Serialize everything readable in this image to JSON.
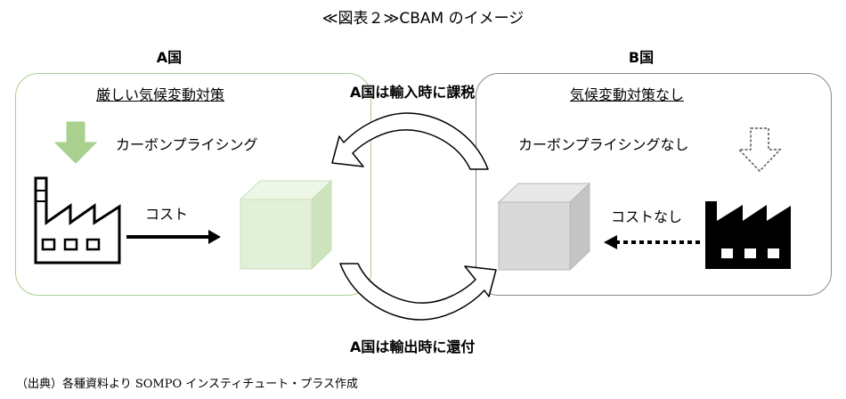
{
  "title": "≪図表２≫CBAM のイメージ",
  "country_a": {
    "label": "A国",
    "subtitle": "厳しい気候変動対策",
    "pricing_label": "カーボンプライシング",
    "cost_label": "コスト"
  },
  "country_b": {
    "label": "B国",
    "subtitle": "気候変動対策なし",
    "pricing_label": "カーボンプライシングなし",
    "cost_label": "コストなし"
  },
  "flows": {
    "import_tax": "A国は輸入時に課税",
    "export_refund": "A国は輸出時に還付"
  },
  "source": "（出典）各種資料より SOMPO インスティチュート・プラス作成",
  "colors": {
    "green_border": "#a9cf8f",
    "green_arrow": "#a9d08e",
    "green_cube": "#e2efd9",
    "gray_border": "#8a8a8a",
    "gray_cube": "#d9d9d9"
  }
}
